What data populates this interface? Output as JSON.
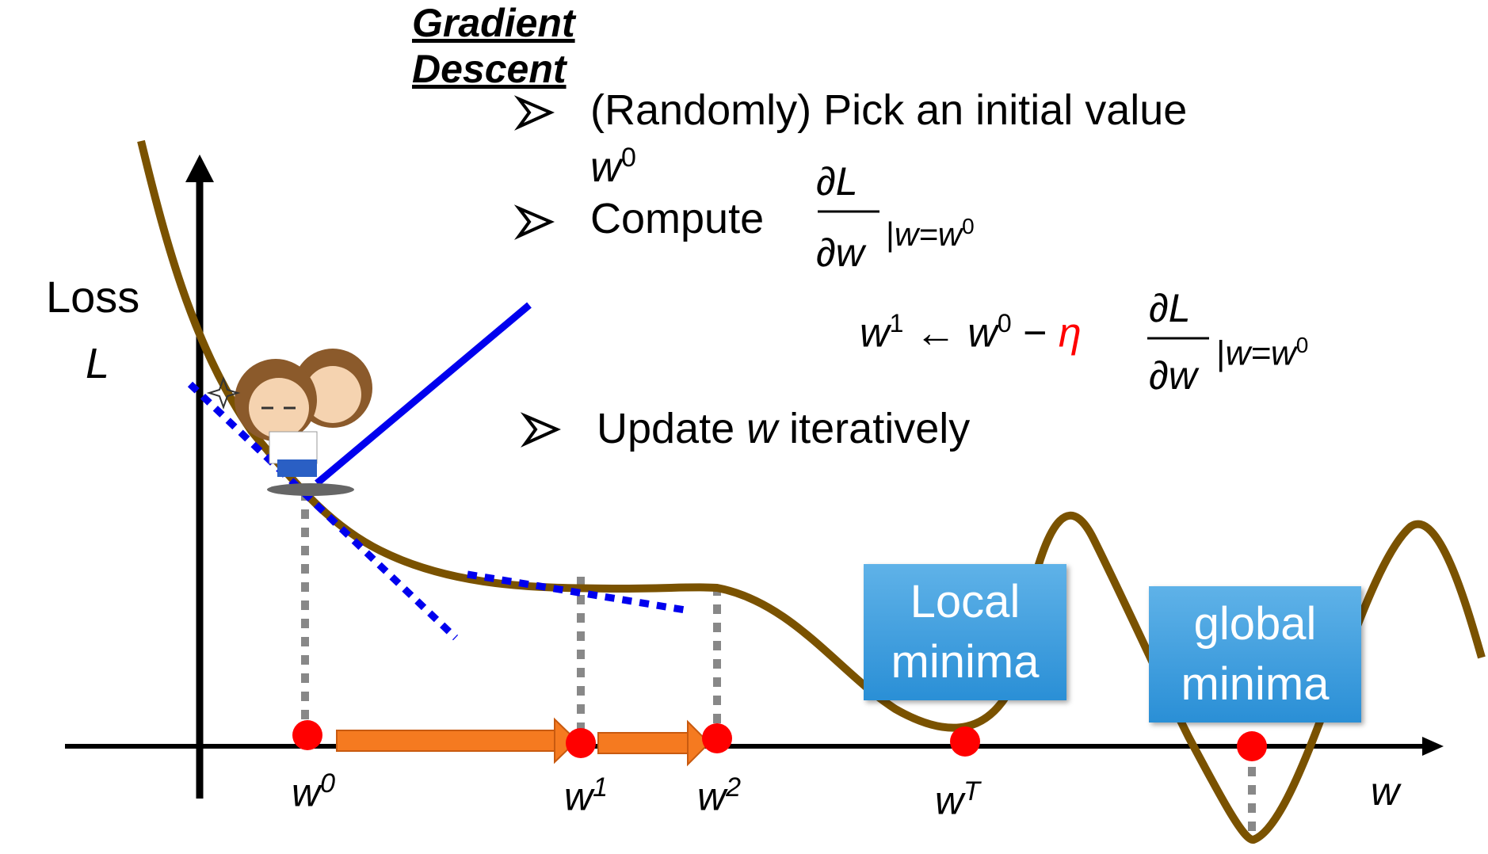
{
  "title": "Gradient Descent",
  "bullets": [
    {
      "text": "(Randomly) Pick an initial value",
      "var": "w",
      "sup": "0"
    },
    {
      "text": "Compute",
      "frac_num": "∂L",
      "frac_den": "∂w",
      "eval_var": "w=w",
      "eval_sup": "0"
    },
    {
      "text_pre": "Update ",
      "var": "w",
      "text_post": " iteratively"
    }
  ],
  "update_rule": {
    "lhs_var": "w",
    "lhs_sup": "1",
    "arrow": "←",
    "rhs_var": "w",
    "rhs_sup": "0",
    "minus": "−",
    "eta": "η",
    "frac_num": "∂L",
    "frac_den": "∂w",
    "eval_var": "w=w",
    "eval_sup": "0",
    "eta_color": "#ff0000"
  },
  "axes": {
    "y_label_1": "Loss",
    "y_label_2": "L",
    "x_label": "w"
  },
  "points": [
    {
      "var": "w",
      "sup": "0"
    },
    {
      "var": "w",
      "sup": "1"
    },
    {
      "var": "w",
      "sup": "2"
    },
    {
      "var": "w",
      "sup": "T"
    }
  ],
  "boxes": {
    "local": [
      "Local",
      "minima"
    ],
    "global": [
      "global",
      "minima"
    ]
  },
  "colors": {
    "curve": "#7a5200",
    "tangent": "#0000ee",
    "arrow": "#f57a20",
    "point": "#ff0000",
    "box": "#3a9be0",
    "dash": "#888888"
  },
  "icons": {
    "mascot": "monkey-mascot-icon",
    "bullet": "arrow-bullet-icon",
    "sparkle": "sparkle-icon"
  }
}
